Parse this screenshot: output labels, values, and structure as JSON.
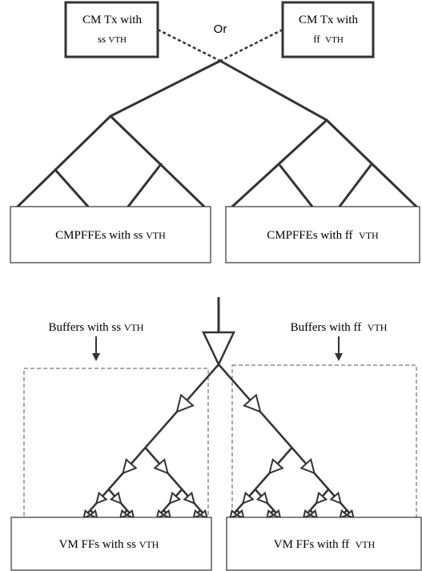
{
  "top_diagram": {
    "source_left": {
      "line1": "CM Tx with",
      "line2_prefix": "ss ",
      "line2_vth": "VTH"
    },
    "source_right": {
      "line1": "CM Tx with",
      "line2_prefix": "ff  ",
      "line2_vth": "VTH"
    },
    "or_label": "Or",
    "sink_left": {
      "prefix": "CMPFFEs with ss ",
      "vth": "VTH"
    },
    "sink_right": {
      "prefix": "CMPFFEs with ff  ",
      "vth": "VTH"
    }
  },
  "bottom_diagram": {
    "buffers_left": {
      "prefix": "Buffers with ss ",
      "vth": "VTH"
    },
    "buffers_right": {
      "prefix": "Buffers with ff  ",
      "vth": "VTH"
    },
    "sink_left": {
      "prefix": "VM FFs with ss ",
      "vth": "VTH"
    },
    "sink_right": {
      "prefix": "VM FFs with ff  ",
      "vth": "VTH"
    }
  }
}
